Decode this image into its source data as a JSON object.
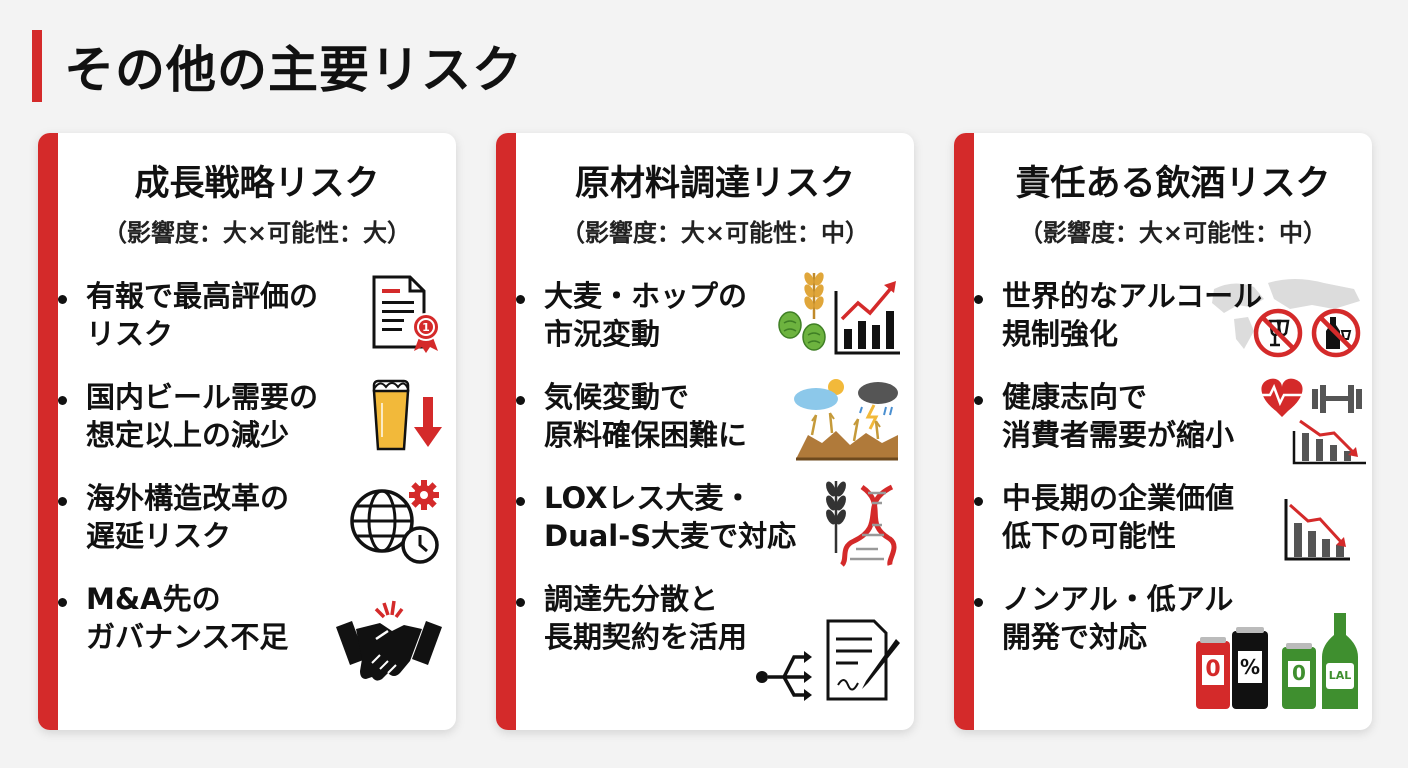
{
  "page": {
    "title": "その他の主要リスク"
  },
  "cards": [
    {
      "title": "成長戦略リスク",
      "subtitle": "（影響度：大×可能性：大）",
      "items": [
        {
          "text": "有報で最高評価の\nリスク",
          "icon": "document-award-icon"
        },
        {
          "text": "国内ビール需要の\n想定以上の減少",
          "icon": "beer-decline-icon"
        },
        {
          "text": "海外構造改革の\n遅延リスク",
          "icon": "globe-gear-clock-icon"
        },
        {
          "text": "M&A先の\nガバナンス不足",
          "icon": "broken-handshake-icon"
        }
      ]
    },
    {
      "title": "原材料調達リスク",
      "subtitle": "（影響度：大×可能性：中）",
      "items": [
        {
          "text": "大麦・ホップの\n市況変動",
          "icon": "barley-hops-chart-icon"
        },
        {
          "text": "気候変動で\n原料確保困難に",
          "icon": "weather-crop-icon"
        },
        {
          "text": "LOXレス大麦・\nDual-S大麦で対応",
          "icon": "barley-dna-icon"
        },
        {
          "text": "調達先分散と\n長期契約を活用",
          "icon": "contract-distribution-icon"
        }
      ]
    },
    {
      "title": "責任ある飲酒リスク",
      "subtitle": "（影響度：大×可能性：中）",
      "items": [
        {
          "text": "世界的なアルコール\n規制強化",
          "icon": "no-alcohol-world-icon"
        },
        {
          "text": "健康志向で\n消費者需要が縮小",
          "icon": "health-decline-icon"
        },
        {
          "text": "中長期の企業価値\n低下の可能性",
          "icon": "declining-chart-icon"
        },
        {
          "text": "ノンアル・低アル\n開発で対応",
          "icon": "non-alcohol-cans-icon"
        }
      ],
      "can_labels": [
        "0",
        "%",
        "0",
        "LAL"
      ]
    }
  ],
  "colors": {
    "accent": "#d42a2a",
    "green": "#3f8f2f",
    "text": "#111111"
  }
}
